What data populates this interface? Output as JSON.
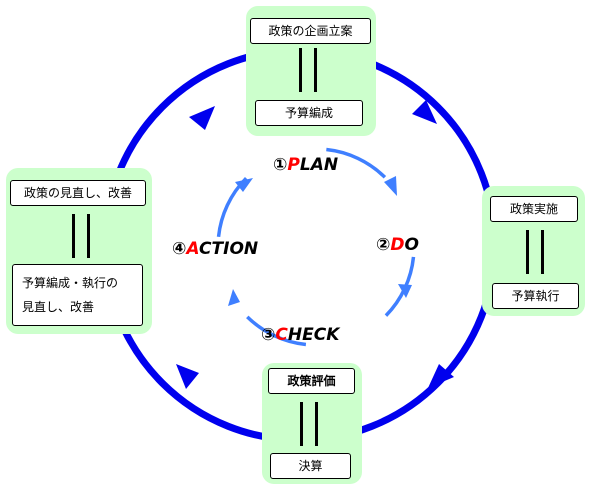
{
  "colors": {
    "outer_cycle": "#0000ee",
    "inner_cycle": "#3f7fff",
    "panel": "#ccffcc",
    "stage_letter": "#ff0000"
  },
  "top": {
    "title": "政策の企画立案",
    "sub": "予算編成"
  },
  "right": {
    "title": "政策実施",
    "sub": "予算執行"
  },
  "bottom": {
    "title": "政策評価",
    "sub": "決算"
  },
  "left": {
    "title": "政策の見直し、改善",
    "sub_line1": "予算編成・執行の",
    "sub_line2": "見直し、改善"
  },
  "stages": {
    "plan": {
      "num": "①",
      "lead": "P",
      "rest": "LAN"
    },
    "do": {
      "num": "②",
      "lead": "D",
      "rest": "O"
    },
    "check": {
      "num": "③",
      "lead": "C",
      "rest": "HECK"
    },
    "action": {
      "num": "④",
      "lead": "A",
      "rest": "CTION"
    }
  }
}
